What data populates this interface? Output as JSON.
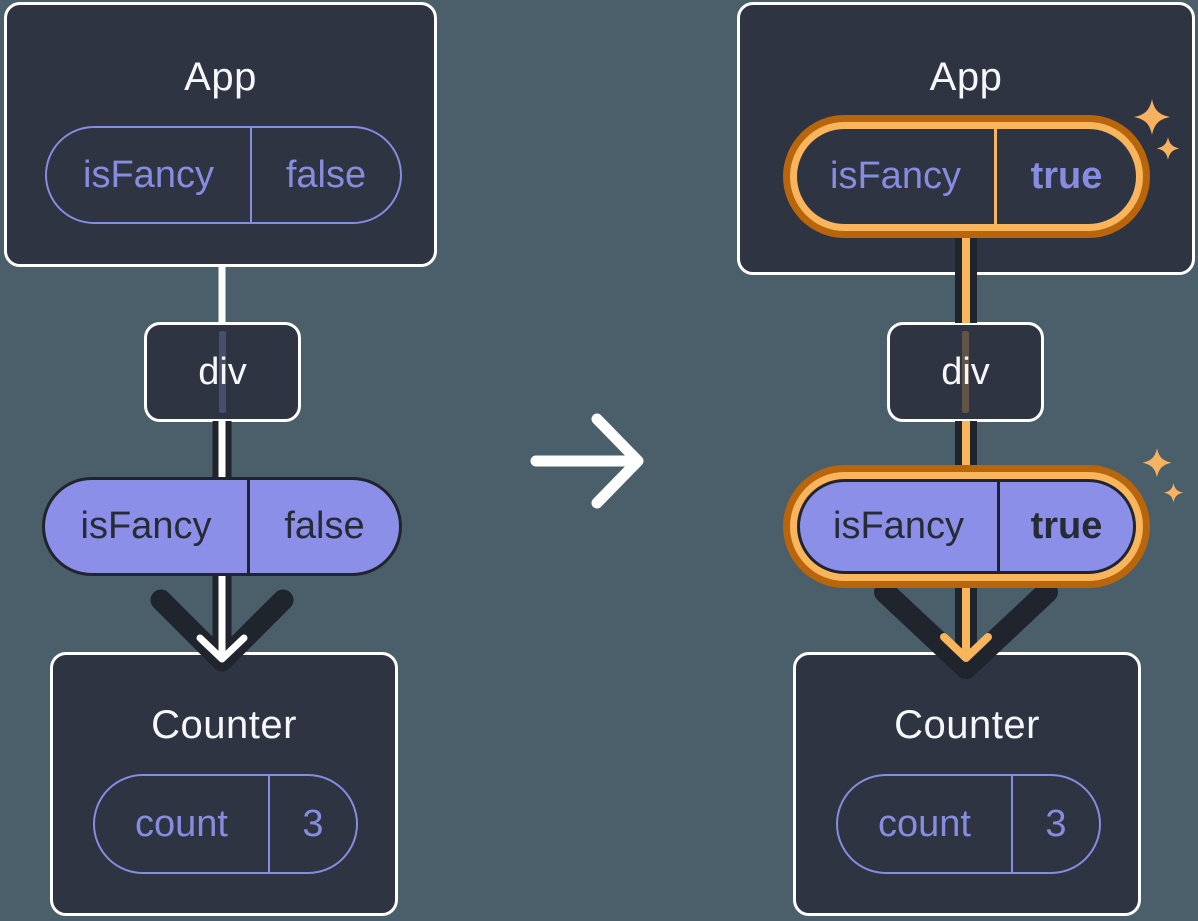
{
  "colors": {
    "background": "#4A5F6A",
    "card_fill": "#2E3441",
    "card_border": "#FFFFFF",
    "purple_outline": "#868CDF",
    "purple_fill": "#8B8FE8",
    "dark_ink": "#20242D",
    "highlight_orange_light": "#F8B55C",
    "highlight_orange_dark": "#B8650C",
    "sparkle": "#F6B261",
    "transition_arrow": "#FFFFFF"
  },
  "before": {
    "app": {
      "title": "App",
      "prop": {
        "name": "isFancy",
        "value": "false"
      }
    },
    "div": {
      "label": "div"
    },
    "prop_pill": {
      "name": "isFancy",
      "value": "false"
    },
    "counter": {
      "title": "Counter",
      "state": {
        "name": "count",
        "value": "3"
      }
    }
  },
  "after": {
    "app": {
      "title": "App",
      "prop": {
        "name": "isFancy",
        "value": "true"
      }
    },
    "div": {
      "label": "div"
    },
    "prop_pill": {
      "name": "isFancy",
      "value": "true"
    },
    "counter": {
      "title": "Counter",
      "state": {
        "name": "count",
        "value": "3"
      }
    }
  }
}
